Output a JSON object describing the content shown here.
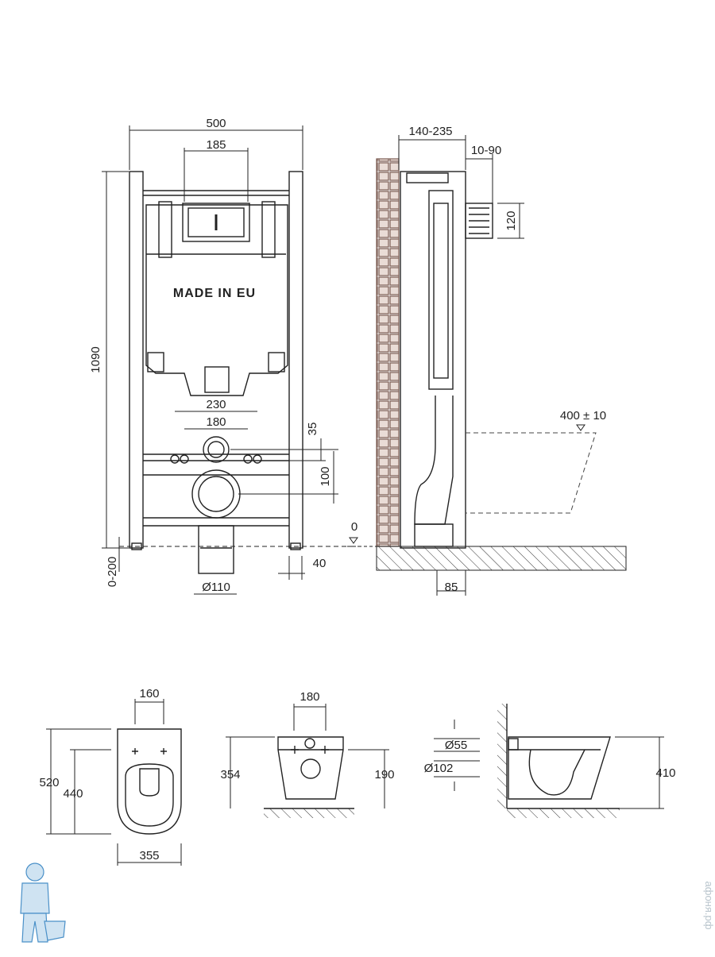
{
  "front_view": {
    "width_total": "500",
    "width_button_plate": "185",
    "height_total": "1090",
    "pipe_spacing_outer": "230",
    "pipe_spacing_inner": "180",
    "offset_35": "35",
    "offset_100": "100",
    "leg_adjust": "0-200",
    "drain_diameter": "Ø110",
    "foot_40": "40",
    "tank_label": "MADE IN EU"
  },
  "side_view": {
    "depth_range": "140-235",
    "wall_offset": "10-90",
    "button_height": "120",
    "bowl_height": "400 ± 10",
    "floor_zero": "0",
    "drain_offset": "85"
  },
  "bowl_top": {
    "width_160": "160",
    "length_520": "520",
    "length_440": "440",
    "width_355": "355"
  },
  "bowl_back": {
    "width_180": "180",
    "height_354": "354",
    "height_190": "190"
  },
  "bowl_side": {
    "dia_55": "Ø55",
    "dia_102": "Ø102",
    "height_410": "410"
  },
  "watermark": "афоня.рф",
  "colors": {
    "line": "#222222",
    "dash": "#444444",
    "tile": "#7a5a50",
    "mascot": "#4a90c8"
  }
}
